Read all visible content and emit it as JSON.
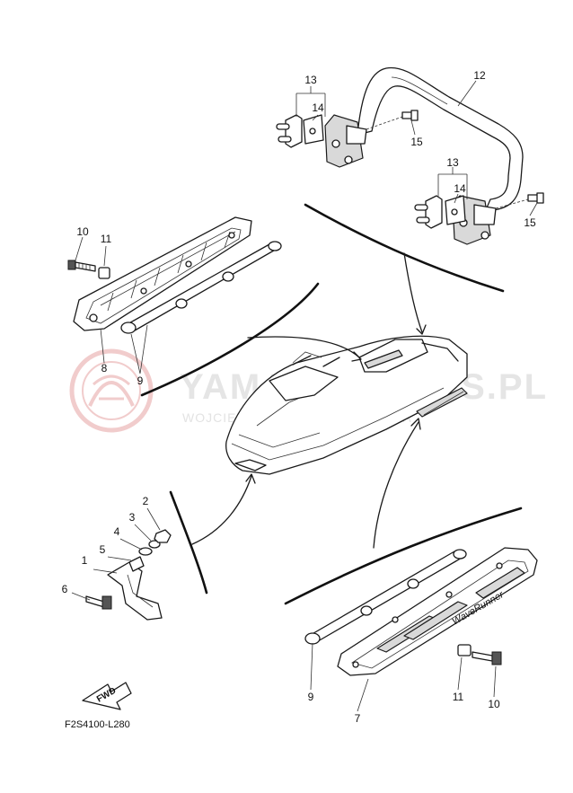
{
  "watermark": {
    "line1": "YAMAHA-PARTS.PL",
    "line2": "WOJCIECH SZEWCZYK – YAMAHA",
    "logo": "yamaha-tuning-fork-logo",
    "logo_color": "#e6a3a3"
  },
  "callouts": {
    "c1": "1",
    "c2": "2",
    "c3": "3",
    "c4": "4",
    "c5": "5",
    "c6": "6",
    "c7": "7",
    "c8": "8",
    "c9a": "9",
    "c9b": "9",
    "c10a": "10",
    "c10b": "10",
    "c11a": "11",
    "c11b": "11",
    "c12": "12",
    "c13a": "13",
    "c13b": "13",
    "c14a": "14",
    "c14b": "14",
    "c15a": "15",
    "c15b": "15"
  },
  "fwd_label": "FWD",
  "diagram_code": "F2S4100-L280",
  "mat_lettering": "WaveRunner"
}
